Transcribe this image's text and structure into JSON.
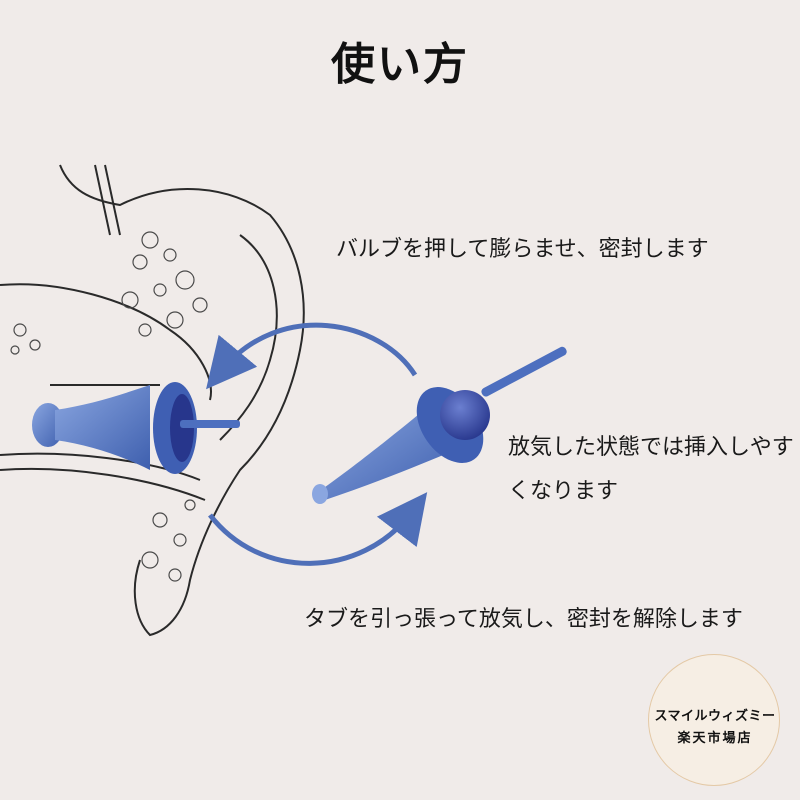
{
  "title": "使い方",
  "captions": {
    "inflate": "バルブを押して膨らませ、密封します",
    "deflated": "放気した状態では挿入しやすくなります",
    "release": "タブを引っ張って放気し、密封を解除します"
  },
  "badge": {
    "line1": "スマイルウィズミー",
    "line2": "楽天市場店"
  },
  "colors": {
    "background": "#f0ebe9",
    "earplug_blue": "#4d6fbf",
    "arrow_blue": "#4f6fb8",
    "badge_ring": "#e4c9a6"
  },
  "icons": [
    "ear-illustration",
    "inserted-earplug",
    "deflated-earplug",
    "curved-arrow"
  ]
}
